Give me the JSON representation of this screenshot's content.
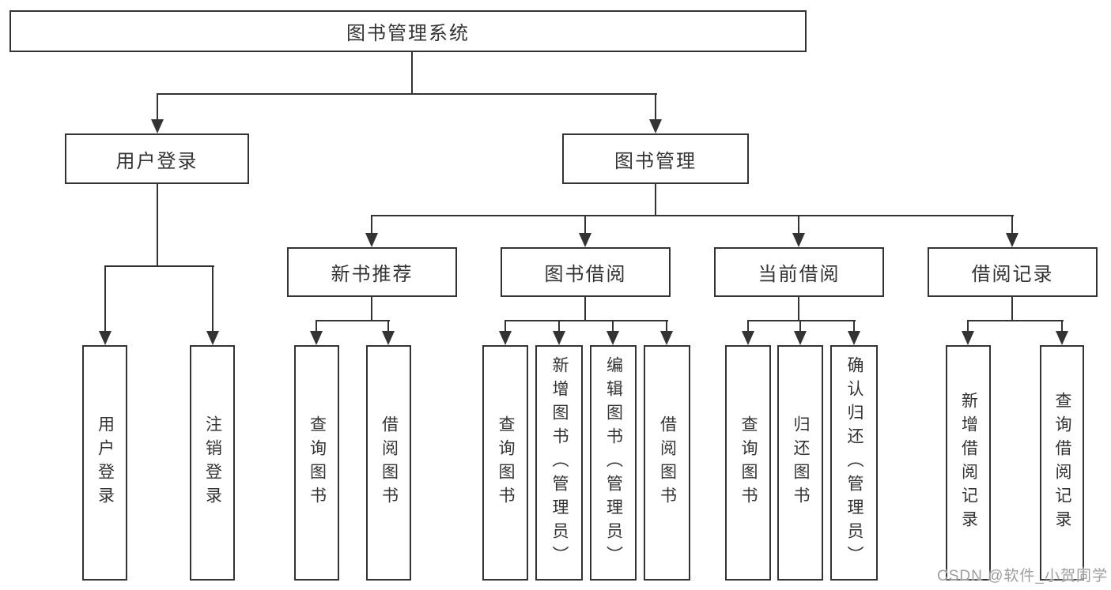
{
  "tree": {
    "root": {
      "label": "图书管理系统"
    },
    "branches": [
      {
        "label": "用户登录",
        "children": [
          {
            "label": "用户登录"
          },
          {
            "label": "注销登录"
          }
        ]
      },
      {
        "label": "图书管理",
        "children": [
          {
            "label": "新书推荐",
            "children": [
              {
                "label": "查询图书"
              },
              {
                "label": "借阅图书"
              }
            ]
          },
          {
            "label": "图书借阅",
            "children": [
              {
                "label": "查询图书"
              },
              {
                "label": "新增图书（管理员）"
              },
              {
                "label": "编辑图书（管理员）"
              },
              {
                "label": "借阅图书"
              }
            ]
          },
          {
            "label": "当前借阅",
            "children": [
              {
                "label": "查询图书"
              },
              {
                "label": "归还图书"
              },
              {
                "label": "确认归还（管理员）"
              }
            ]
          },
          {
            "label": "借阅记录",
            "children": [
              {
                "label": "新增借阅记录"
              },
              {
                "label": "查询借阅记录"
              }
            ]
          }
        ]
      }
    ]
  },
  "watermark": "CSDN @软件_小贺同学",
  "colors": {
    "line": "#333333",
    "text": "#333333",
    "background": "#ffffff",
    "watermark": "#9e9e9e"
  }
}
